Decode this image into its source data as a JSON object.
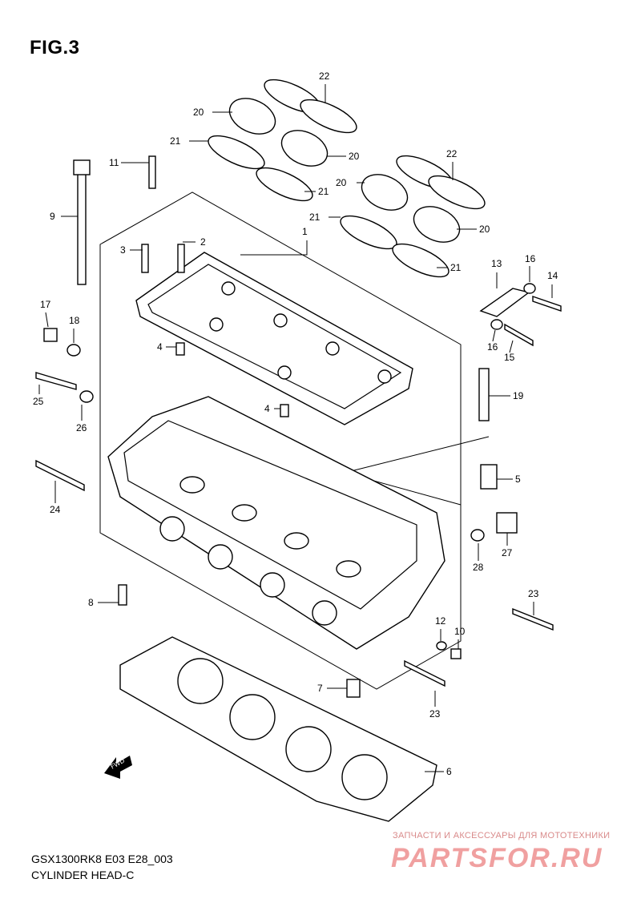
{
  "figure": {
    "title": "FIG.3",
    "model_code": "GSX1300RK8 E03 E28_003",
    "section_name": "CYLINDER HEAD-C",
    "fwd_label": "FWD"
  },
  "callouts": [
    {
      "id": "1",
      "name": "callout-1"
    },
    {
      "id": "2",
      "name": "callout-2"
    },
    {
      "id": "3",
      "name": "callout-3"
    },
    {
      "id": "4",
      "name": "callout-4a"
    },
    {
      "id": "4",
      "name": "callout-4b"
    },
    {
      "id": "5",
      "name": "callout-5"
    },
    {
      "id": "6",
      "name": "callout-6"
    },
    {
      "id": "7",
      "name": "callout-7"
    },
    {
      "id": "8",
      "name": "callout-8"
    },
    {
      "id": "9",
      "name": "callout-9"
    },
    {
      "id": "10",
      "name": "callout-10"
    },
    {
      "id": "11",
      "name": "callout-11"
    },
    {
      "id": "12",
      "name": "callout-12"
    },
    {
      "id": "13",
      "name": "callout-13"
    },
    {
      "id": "14",
      "name": "callout-14"
    },
    {
      "id": "15",
      "name": "callout-15"
    },
    {
      "id": "16",
      "name": "callout-16a"
    },
    {
      "id": "16",
      "name": "callout-16b"
    },
    {
      "id": "17",
      "name": "callout-17"
    },
    {
      "id": "18",
      "name": "callout-18"
    },
    {
      "id": "19",
      "name": "callout-19"
    },
    {
      "id": "20",
      "name": "callout-20a"
    },
    {
      "id": "20",
      "name": "callout-20b"
    },
    {
      "id": "20",
      "name": "callout-20c"
    },
    {
      "id": "20",
      "name": "callout-20d"
    },
    {
      "id": "21",
      "name": "callout-21a"
    },
    {
      "id": "21",
      "name": "callout-21b"
    },
    {
      "id": "21",
      "name": "callout-21c"
    },
    {
      "id": "21",
      "name": "callout-21d"
    },
    {
      "id": "22",
      "name": "callout-22a"
    },
    {
      "id": "22",
      "name": "callout-22b"
    },
    {
      "id": "23",
      "name": "callout-23a"
    },
    {
      "id": "23",
      "name": "callout-23b"
    },
    {
      "id": "24",
      "name": "callout-24"
    },
    {
      "id": "25",
      "name": "callout-25"
    },
    {
      "id": "26",
      "name": "callout-26"
    },
    {
      "id": "27",
      "name": "callout-27"
    },
    {
      "id": "28",
      "name": "callout-28"
    }
  ],
  "watermark": {
    "tagline": "ЗАПЧАСТИ И АКСЕССУАРЫ ДЛЯ МОТОТЕХНИКИ",
    "logo": "PARTSFOR.RU"
  }
}
